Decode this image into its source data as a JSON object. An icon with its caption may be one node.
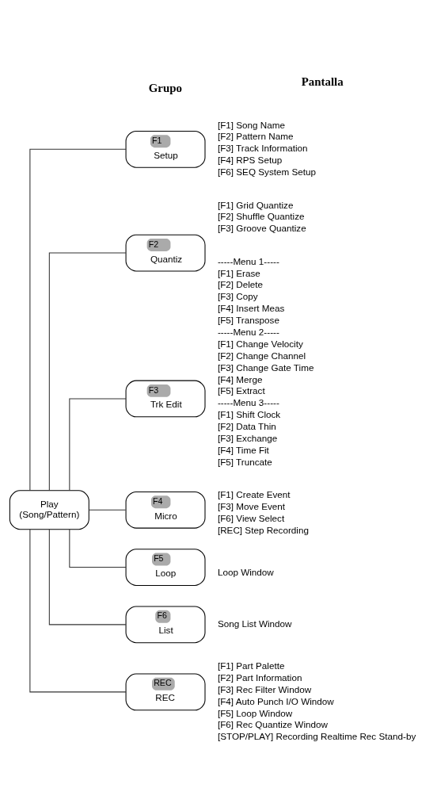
{
  "diagram": {
    "nodes": [
      {
        "text": [
          "Play",
          "(Song/Pattern)"
        ]
      },
      {
        "text": [
          "F1",
          "Setup"
        ],
        "beside": [
          "[F1] Song Name",
          "[F2] Pattern Name",
          "[F3] Track Information",
          "[F4] RPS Setup",
          "[F6] SEQ System Setup"
        ]
      },
      {
        "text": [
          "F2",
          "Quantiz"
        ],
        "beside": [
          "[F1] Grid Quantize",
          "[F2] Shuffle Quantize",
          "[F3] Groove Quantize"
        ]
      },
      {
        "text": [
          "F3",
          "Trk Edit"
        ],
        "beside": [
          "-----Menu 1-----",
          "[F1] Erase",
          "[F2] Delete",
          "[F3] Copy",
          "[F4] Insert Meas",
          "[F5] Transpose",
          "-----Menu 2-----",
          "[F1] Change Velocity",
          "[F2] Change Channel",
          "[F3] Change Gate Time",
          "[F4] Merge",
          "[F5] Extract",
          "-----Menu 3-----",
          "[F1] Shift Clock",
          "[F2] Data Thin",
          "[F3] Exchange",
          "[F4] Time Fit",
          "[F5] Truncate"
        ]
      },
      {
        "text": [
          "F4",
          "Micro"
        ],
        "beside": [
          "[F1] Create Event",
          "[F3] Move Event",
          "[F6] View Select",
          "[REC] Step Recording"
        ]
      },
      {
        "text": [
          "F5",
          "Loop"
        ],
        "beside": [
          "Loop Window"
        ]
      },
      {
        "text": [
          "F6",
          "List"
        ],
        "beside": [
          "Song List Window"
        ]
      },
      {
        "text": [
          "REC",
          "REC"
        ],
        "beside": [
          "[F1] Part Palette",
          "[F2] Part Information",
          "[F3] Rec Filter Window",
          "[F4] Auto Punch I/O Window",
          "[F5] Loop Window",
          "[F6] Rec Quantize Window",
          "[STOP/PLAY] Recording Realtime Rec Stand-by"
        ]
      }
    ],
    "edges": [
      {
        "from": 0,
        "to": 1,
        "arrow": "none"
      },
      {
        "from": 0,
        "to": 2,
        "arrow": "none"
      },
      {
        "from": 0,
        "to": 3,
        "arrow": "none"
      },
      {
        "from": 0,
        "to": 4,
        "arrow": "none"
      },
      {
        "from": 0,
        "to": 5,
        "arrow": "none"
      },
      {
        "from": 0,
        "to": 6,
        "arrow": "none"
      },
      {
        "from": 0,
        "to": 7,
        "arrow": "none"
      }
    ],
    "labels": [
      "Grupo",
      "Pantalla"
    ]
  }
}
